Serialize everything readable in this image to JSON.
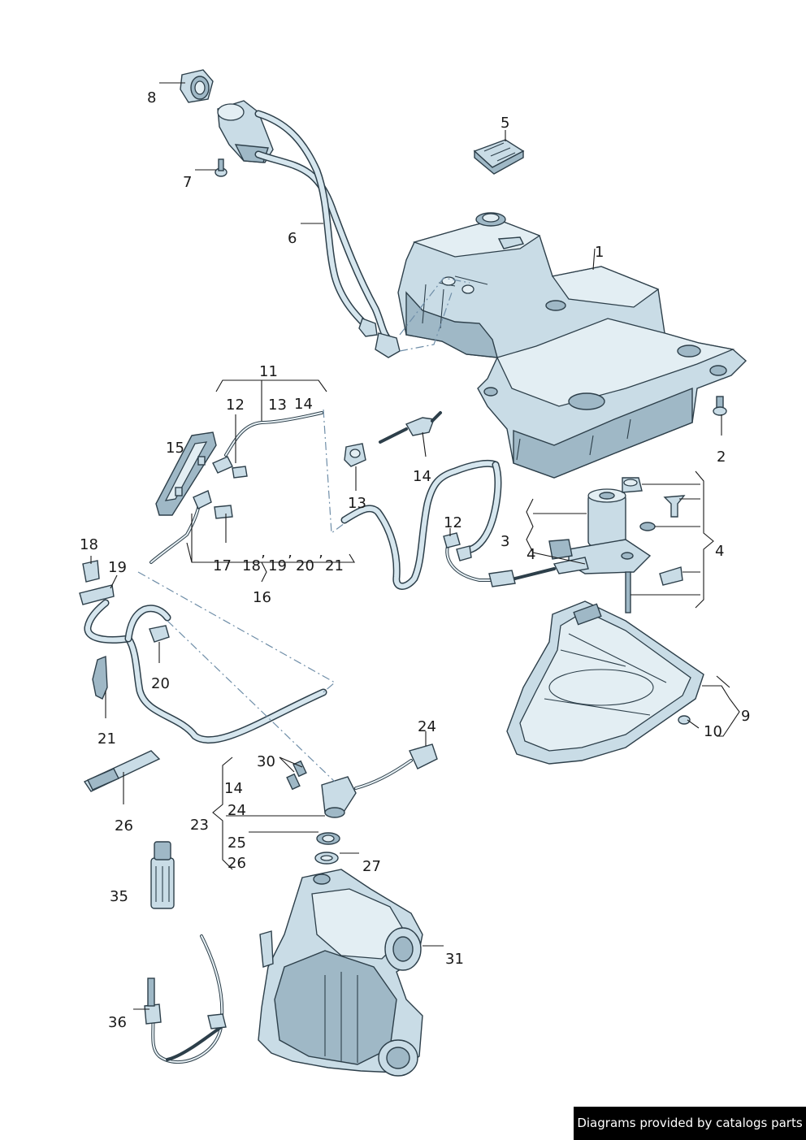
{
  "credit": "Diagrams provided by catalogs parts",
  "colors": {
    "part_fill": "#c9dce6",
    "outline": "#2d3f4a",
    "leader": "#1a1a1a",
    "dash": "#6f8ea8"
  },
  "callouts": [
    "1",
    "2",
    "3",
    "4",
    "4",
    "5",
    "6",
    "7",
    "8",
    "9",
    "10",
    "11",
    "12",
    "12",
    "13",
    "13",
    "14",
    "14",
    "14",
    "15",
    "16",
    "17",
    "18",
    "19",
    "19",
    "20",
    "20",
    "21",
    "21",
    "23",
    "24",
    "24",
    "25",
    "26",
    "26",
    "27",
    "30",
    "31",
    "35",
    "36"
  ],
  "group_labels": {
    "g16": [
      "17",
      "18",
      "19",
      "20",
      "21"
    ],
    "g11": [
      "12",
      "13",
      "14"
    ],
    "g23": [
      "14",
      "24",
      "25",
      "26"
    ]
  },
  "ticks": [
    "’",
    "’",
    "’"
  ]
}
